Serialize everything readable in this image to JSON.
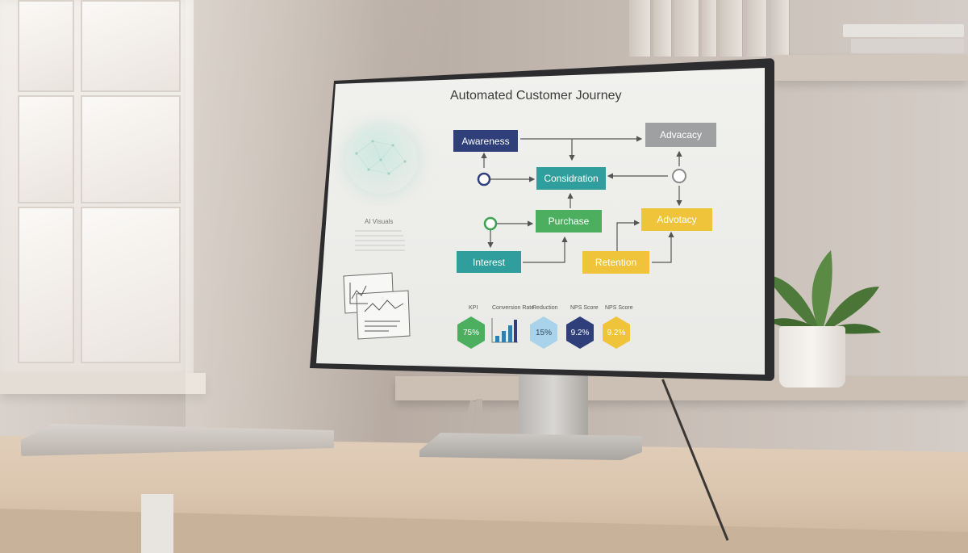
{
  "screen": {
    "title": "Automated Customer Journey",
    "ai_label": "AI Visuals",
    "flow_nodes": [
      {
        "id": "awareness",
        "label": "Awareness",
        "color": "#2f3f7a"
      },
      {
        "id": "advocacy_top",
        "label": "Advacacy",
        "color": "#9ea0a2"
      },
      {
        "id": "consideration",
        "label": "Considration",
        "color": "#2f9e9c"
      },
      {
        "id": "purchase",
        "label": "Purchase",
        "color": "#4caf5f"
      },
      {
        "id": "advocacy_mid",
        "label": "Advotacy",
        "color": "#efc43a"
      },
      {
        "id": "interest",
        "label": "Interest",
        "color": "#2f9e9c"
      },
      {
        "id": "retention",
        "label": "Retention",
        "color": "#efc43a"
      }
    ],
    "kpis": [
      {
        "label": "KPI",
        "value": "75%",
        "color": "#4caf5f"
      },
      {
        "label": "Conversion Rate",
        "value": "",
        "color": "#2f7fb0"
      },
      {
        "label": "Reduction",
        "value": "15%",
        "color": "#a9d3ea"
      },
      {
        "label": "NPS Score",
        "value": "9.2%",
        "color": "#2f3f7a"
      },
      {
        "label": "NPS Score",
        "value": "9.2%",
        "color": "#efc43a"
      }
    ]
  }
}
